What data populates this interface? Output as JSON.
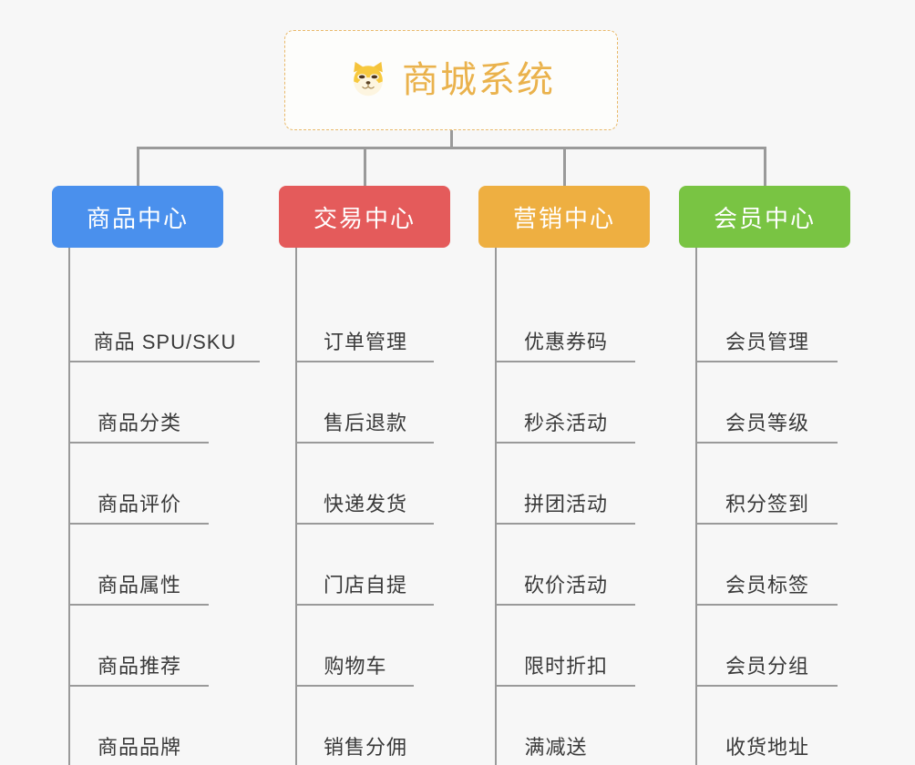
{
  "root": {
    "icon": "shiba-dog-face-icon",
    "title": "商城系统",
    "title_color": "#eab24c",
    "border_color": "#e9b96a"
  },
  "canvas": {
    "background": "#f7f7f7",
    "connector_color": "#9a9a9a"
  },
  "branches": [
    {
      "label": "商品中心",
      "color": "#4a90ed",
      "color_name": "blue",
      "items": [
        "商品 SPU/SKU",
        "商品分类",
        "商品评价",
        "商品属性",
        "商品推荐",
        "商品品牌"
      ]
    },
    {
      "label": "交易中心",
      "color": "#e45b5b",
      "color_name": "red",
      "items": [
        "订单管理",
        "售后退款",
        "快递发货",
        "门店自提",
        "购物车",
        "销售分佣"
      ]
    },
    {
      "label": "营销中心",
      "color": "#eeaf41",
      "color_name": "orange",
      "items": [
        "优惠券码",
        "秒杀活动",
        "拼团活动",
        "砍价活动",
        "限时折扣",
        "满减送"
      ]
    },
    {
      "label": "会员中心",
      "color": "#79c443",
      "color_name": "green",
      "items": [
        "会员管理",
        "会员等级",
        "积分签到",
        "会员标签",
        "会员分组",
        "收货地址"
      ]
    }
  ]
}
